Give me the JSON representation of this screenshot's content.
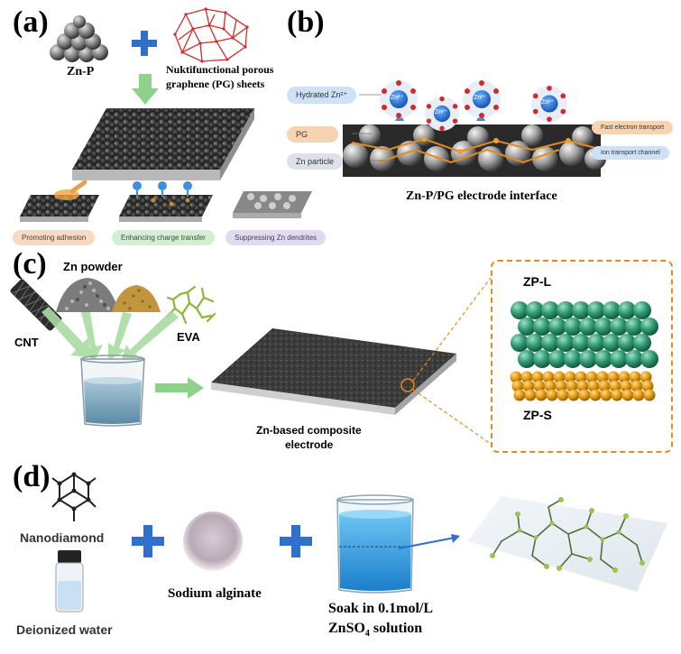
{
  "panels": {
    "a": {
      "label": "(a)",
      "zn_p_label": "Zn-P",
      "pg_label_line1": "Nuktifunctional porous",
      "pg_label_line2": "graphene (PG) sheets",
      "effects": [
        "Promoting adhesion",
        "Enhancing charge transfer",
        "Suppressing Zn dendrites"
      ]
    },
    "b": {
      "label": "(b)",
      "left_tags": [
        "Hydrated Zn²⁺",
        "PG",
        "Zn particle"
      ],
      "right_tags": [
        "Fast electron transport",
        "Ion transport channel"
      ],
      "ion_symbol": "Zn²⁺",
      "caption": "Zn-P/PG electrode interface"
    },
    "c": {
      "label": "(c)",
      "zn_powder": "Zn powder",
      "cnt": "CNT",
      "eva": "EVA",
      "electrode_line1": "Zn-based composite",
      "electrode_line2": "electrode",
      "layer_top": "ZP-L",
      "layer_bottom": "ZP-S"
    },
    "d": {
      "label": "(d)",
      "nanodiamond": "Nanodiamond",
      "water": "Deionized water",
      "alginate": "Sodium alginate",
      "soak_line1": "Soak in 0.1mol/L",
      "soak_line2_pre": "ZnSO",
      "soak_line2_sub": "4",
      "soak_line2_post": " solution"
    }
  },
  "colors": {
    "plus": "#2f6fce",
    "arrow_green": "#8fd18a",
    "graphene_red": "#d42a2a",
    "callout_orange": "#e58a1c",
    "sphere_teal": "#2e9a73",
    "sphere_orange": "#e39b12",
    "tag_blue": "#cfe1f7",
    "tag_orange": "#f8d3b2",
    "tag_gray": "#dde2ea",
    "effect_orange": "#f9d9bf",
    "effect_green": "#d3efd2",
    "effect_purple": "#e2daf3"
  }
}
